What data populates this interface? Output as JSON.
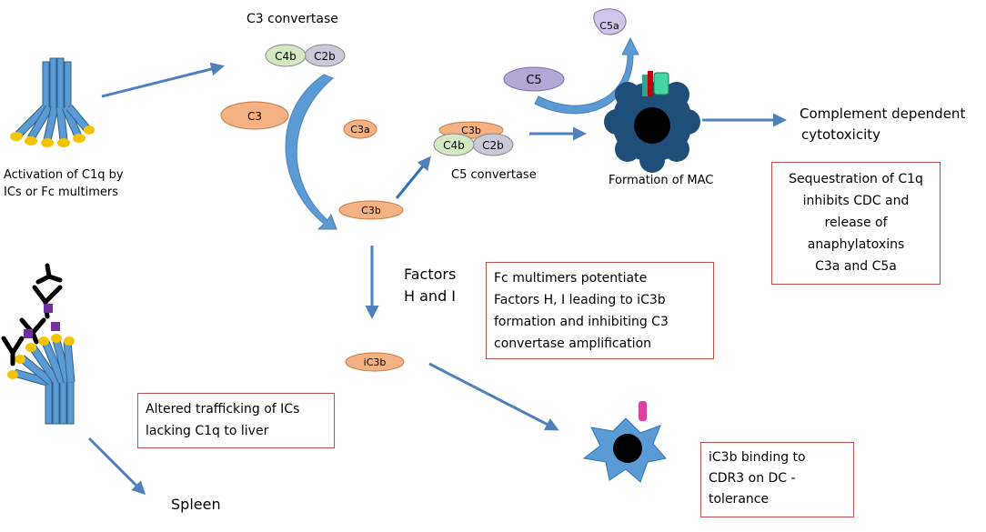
{
  "labels": {
    "activation_line1": "Activation of C1q by",
    "activation_line2": "ICs or Fc multimers",
    "c3_convertase_title": "C3 convertase",
    "c4b": "C4b",
    "c2b": "C2b",
    "c3": "C3",
    "c3a": "C3a",
    "c3b": "C3b",
    "c5_c3b": "C3b",
    "c5_c4b": "C4b",
    "c5_c2b": "C2b",
    "c5_convertase": "C5 convertase",
    "c5": "C5",
    "c5a": "C5a",
    "formation_mac": "Formation of MAC",
    "cdc_line1": "Complement dependent",
    "cdc_line2": "cytotoxicity",
    "factors_line1": "Factors",
    "factors_line2": "H and I",
    "ic3b": "iC3b",
    "spleen": "Spleen"
  },
  "boxes": {
    "sequestration": [
      "Sequestration of C1q",
      "inhibits CDC and",
      "release of",
      "anaphylatoxins",
      "C3a and C5a"
    ],
    "fc_multimers": [
      "Fc multimers potentiate",
      "Factors H, I leading to iC3b",
      "formation and inhibiting C3",
      "convertase amplification"
    ],
    "altered_trafficking": [
      "Altered trafficking of ICs",
      "lacking C1q to liver"
    ],
    "ic3b_binding": [
      "iC3b binding to",
      "CDR3 on DC -",
      "tolerance"
    ]
  },
  "colors": {
    "arrow": "#4f81bd",
    "c1q_blue": "#5b9bd5",
    "c1q_dark": "#2e5f8a",
    "gold": "#f5c400",
    "c4b": "#d5e8c4",
    "c2b": "#c9c9d9",
    "c3_orange": "#f4b183",
    "c5_purple": "#b4a7d6",
    "mac_cell": "#1f4e79",
    "dc_cell": "#5b9bd5",
    "pink_receptor": "#e040a0",
    "box_border": "#c0504d",
    "purple_square": "#7030a0"
  }
}
